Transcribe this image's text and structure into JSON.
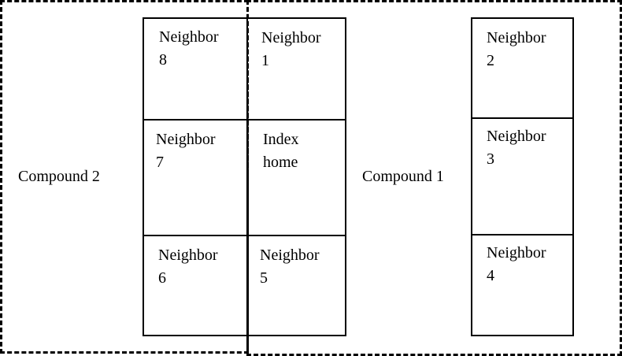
{
  "compounds": {
    "compound_1": {
      "label": "Compound 1"
    },
    "compound_2": {
      "label": "Compound 2"
    }
  },
  "cells": {
    "neighbor_8": {
      "label": "Neighbor\n8"
    },
    "neighbor_1": {
      "label": "Neighbor\n1"
    },
    "neighbor_7": {
      "label": "Neighbor\n7"
    },
    "index_home": {
      "label": "Index\nhome"
    },
    "neighbor_6": {
      "label": "Neighbor\n6"
    },
    "neighbor_5": {
      "label": "Neighbor\n5"
    },
    "neighbor_2": {
      "label": "Neighbor\n2"
    },
    "neighbor_3": {
      "label": "Neighbor\n3"
    },
    "neighbor_4": {
      "label": "Neighbor\n4"
    }
  }
}
